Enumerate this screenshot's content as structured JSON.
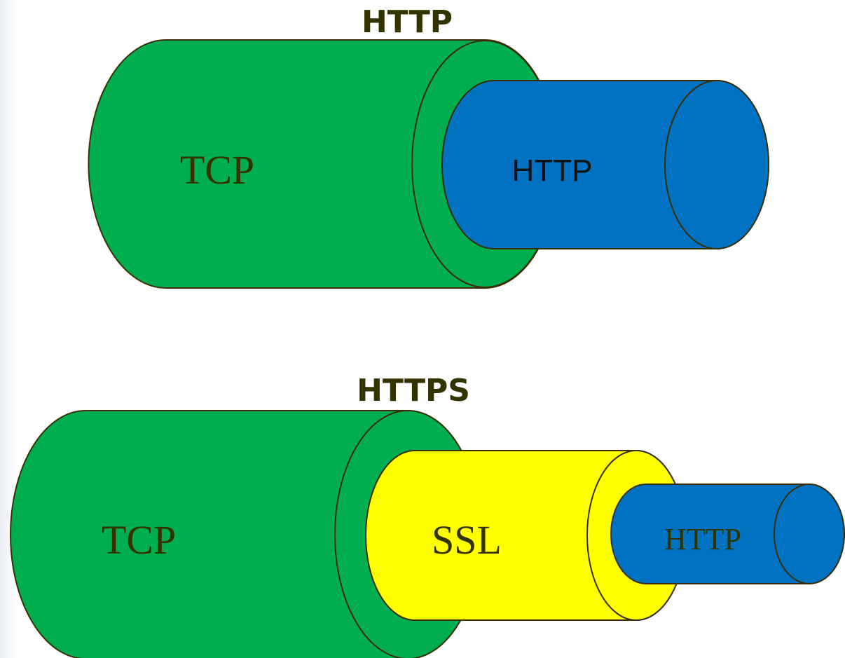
{
  "diagrams": [
    {
      "heading": "HTTP",
      "layers": [
        {
          "label": "TCP",
          "color": "#00ad4f"
        },
        {
          "label": "HTTP",
          "color": "#0072c1"
        }
      ]
    },
    {
      "heading": "HTTPS",
      "layers": [
        {
          "label": "TCP",
          "color": "#00ad4f"
        },
        {
          "label": "SSL",
          "color": "#ffff00"
        },
        {
          "label": "HTTP",
          "color": "#0072c1"
        }
      ]
    }
  ],
  "colors": {
    "outline": "#3a2e08",
    "text": "#333300",
    "tcp": "#00ad4f",
    "ssl": "#ffff00",
    "http": "#0072c1"
  }
}
